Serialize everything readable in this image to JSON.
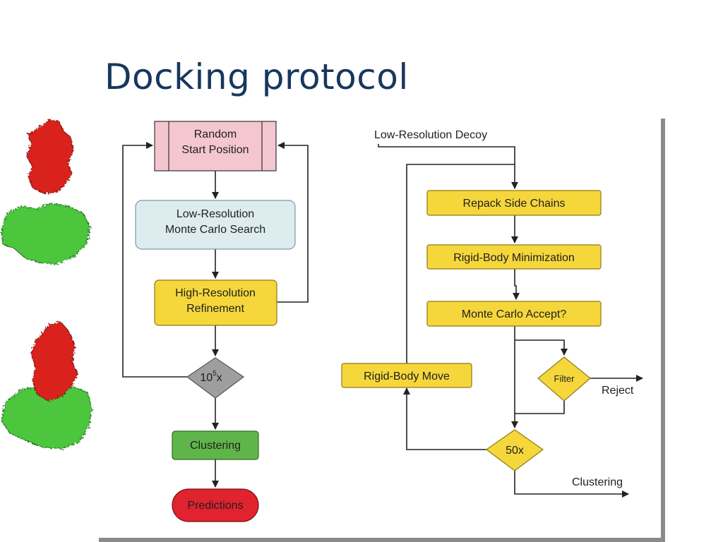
{
  "slide": {
    "title": "Docking protocol"
  },
  "left_flow": {
    "start": {
      "line1": "Random",
      "line2": "Start Position",
      "fill": "#f4c6cf"
    },
    "low_res": {
      "line1": "Low-Resolution",
      "line2": "Monte Carlo Search",
      "fill": "#dcecef"
    },
    "high_res": {
      "line1": "High-Resolution",
      "line2": "Refinement",
      "fill": "#f5d73c"
    },
    "repeat": {
      "base": "10",
      "exponent": "5",
      "suffix": "x",
      "fill": "#9e9e9e"
    },
    "clustering": {
      "label": "Clustering",
      "fill": "#5fb54a"
    },
    "predictions": {
      "label": "Predictions",
      "fill": "#e0232f"
    }
  },
  "right_flow": {
    "input_label": "Low-Resolution Decoy",
    "repack": "Repack Side Chains",
    "minimize": "Rigid-Body Minimization",
    "accept": "Monte Carlo Accept?",
    "move": "Rigid-Body Move",
    "filter": "Filter",
    "reject": "Reject",
    "repeat": "50x",
    "output_label": "Clustering",
    "fill": "#f5d73c"
  },
  "colors": {
    "title": "#17375e",
    "receptor_protein": "#d9221f",
    "ligand_protein": "#4cc63d"
  },
  "icons": [
    "protein-receptor-red",
    "protein-ligand-green"
  ]
}
